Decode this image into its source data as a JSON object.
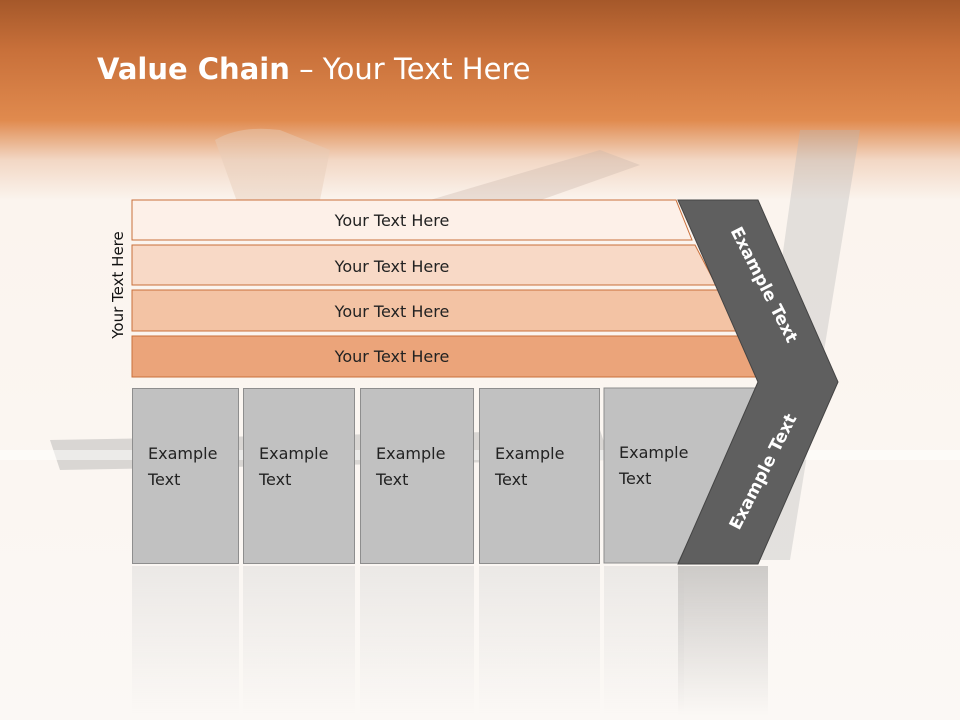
{
  "title": {
    "bold": "Value Chain",
    "rest": " – Your Text Here"
  },
  "side_label": "Your Text Here",
  "bands": [
    {
      "label": "Your Text Here",
      "fill": "#fdf0e8"
    },
    {
      "label": "Your Text Here",
      "fill": "#f8d9c6"
    },
    {
      "label": "Your Text Here",
      "fill": "#f3c3a4"
    },
    {
      "label": "Your Text Here",
      "fill": "#eba47a"
    }
  ],
  "columns": [
    {
      "line1": "Example",
      "line2": "Text"
    },
    {
      "line1": "Example",
      "line2": "Text"
    },
    {
      "line1": "Example",
      "line2": "Text"
    },
    {
      "line1": "Example",
      "line2": "Text"
    },
    {
      "line1": "Example",
      "line2": "Text"
    }
  ],
  "chevron": {
    "top_label": "Example Text",
    "bottom_label": "Example Text",
    "color": "#5f5f5f"
  },
  "colors": {
    "header": "#d2763e",
    "band_border": "#c96f3a",
    "column": "#c1c1c1"
  }
}
